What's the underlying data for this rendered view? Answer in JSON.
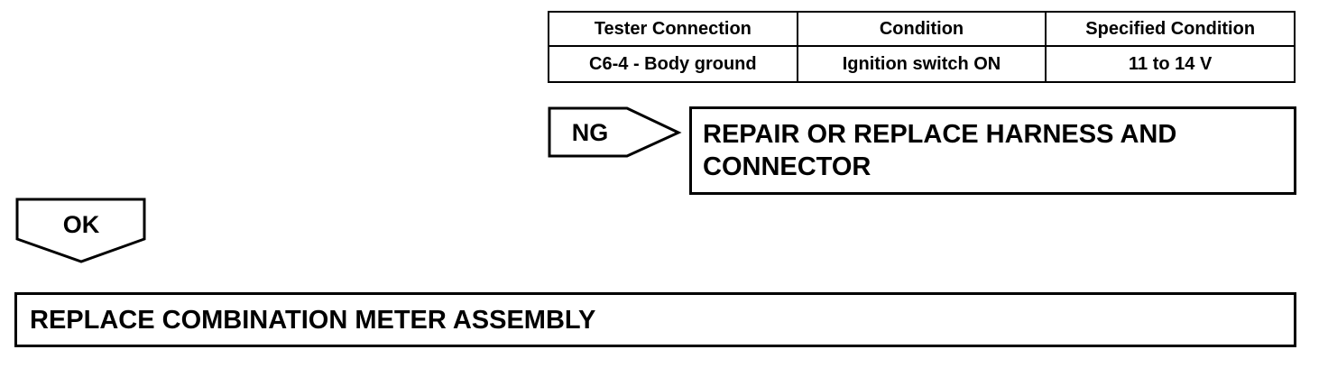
{
  "table": {
    "headers": [
      "Tester Connection",
      "Condition",
      "Specified Condition"
    ],
    "rows": [
      [
        "C6-4 - Body ground",
        "Ignition switch ON",
        "11 to 14 V"
      ]
    ]
  },
  "flow": {
    "ng_label": "NG",
    "ng_result": "REPAIR OR REPLACE HARNESS AND CONNECTOR",
    "ok_label": "OK",
    "ok_result": "REPLACE COMBINATION METER ASSEMBLY"
  }
}
